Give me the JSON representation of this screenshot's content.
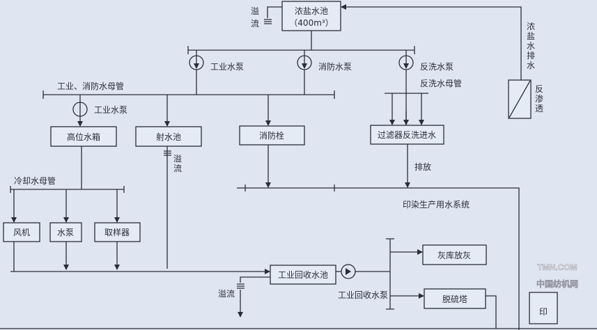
{
  "diagram": {
    "brine_pool": {
      "line1": "浓盐水池",
      "line2": "（400m³）"
    },
    "overflow": "溢流",
    "overflow_v": [
      "溢",
      "流"
    ],
    "brine_discharge": [
      "浓",
      "盐",
      "水",
      "排",
      "水"
    ],
    "reverse_osmosis": [
      "反",
      "渗",
      "透"
    ],
    "pumps": {
      "industrial": "工业水泵",
      "fire": "消防水泵",
      "backwash": "反洗水泵",
      "industrial2": "工业水泵",
      "recovery": "工业回收水泵"
    },
    "pipes": {
      "main": "工业、消防水母管",
      "backwash": "反洗水母管",
      "cooling": "冷却水母管"
    },
    "boxes": {
      "high_tank": "高位水箱",
      "jet_pool": "射水池",
      "hydrant": "消防栓",
      "filter_backwash": "过滤器反洗进水",
      "fan": "风机",
      "water_pump": "水泵",
      "sampler": "取样器",
      "recovery_pool": "工业回收水池",
      "ash_silo": "灰库放灰",
      "desulfurization": "脱硫塔",
      "partial": "印"
    },
    "discharge": "排放",
    "printing_system": "印染生产用水系统",
    "watermark": {
      "line1": "TMN.COM",
      "line2": "中国纺机网"
    }
  }
}
